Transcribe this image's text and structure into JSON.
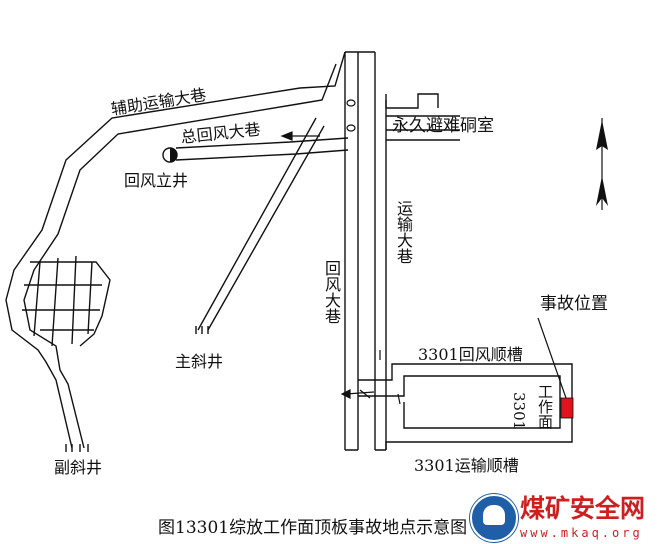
{
  "labels": {
    "aux_haulage": "辅助运输大巷",
    "main_return": "总回风大巷",
    "return_shaft": "回风立井",
    "refuge": "永久避难硐室",
    "haulage_roadway": "运输大巷",
    "return_roadway": "回风大巷",
    "main_incline": "主斜井",
    "aux_incline": "副斜井",
    "accident": "事故位置",
    "return_gateway": "3301回风顺槽",
    "face_no": "3301",
    "face_word": "工作面",
    "haulage_gateway": "3301运输顺槽"
  },
  "caption": "图13301综放工作面顶板事故地点示意图",
  "watermark": {
    "brand": "煤矿安全网",
    "url": "www.mkaq.org"
  },
  "colors": {
    "line": "#111111",
    "accident_marker": "#e0141e",
    "brand": "#cc1f1f",
    "logo": "#1f5fa8"
  },
  "icons": [
    "north-arrow-icon",
    "return-shaft-icon",
    "airflow-arrow-icon",
    "regulator-icon"
  ]
}
